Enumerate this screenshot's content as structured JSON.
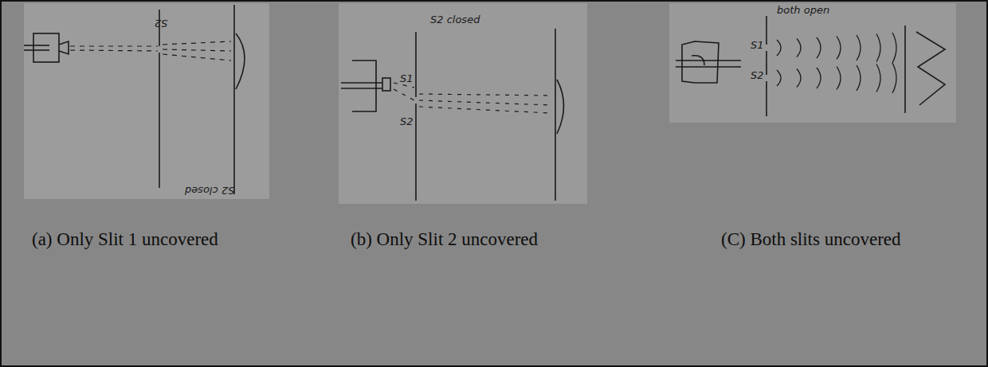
{
  "diagram": {
    "labels": [
      "S2",
      "S2 closed",
      "S2 closed",
      "S1",
      "S2",
      "both open",
      "S1",
      "S2",
      "(a) Only Slit 1 uncovered",
      "(b) Only Slit 2 uncovered",
      "(C) Both slits uncovered"
    ]
  }
}
